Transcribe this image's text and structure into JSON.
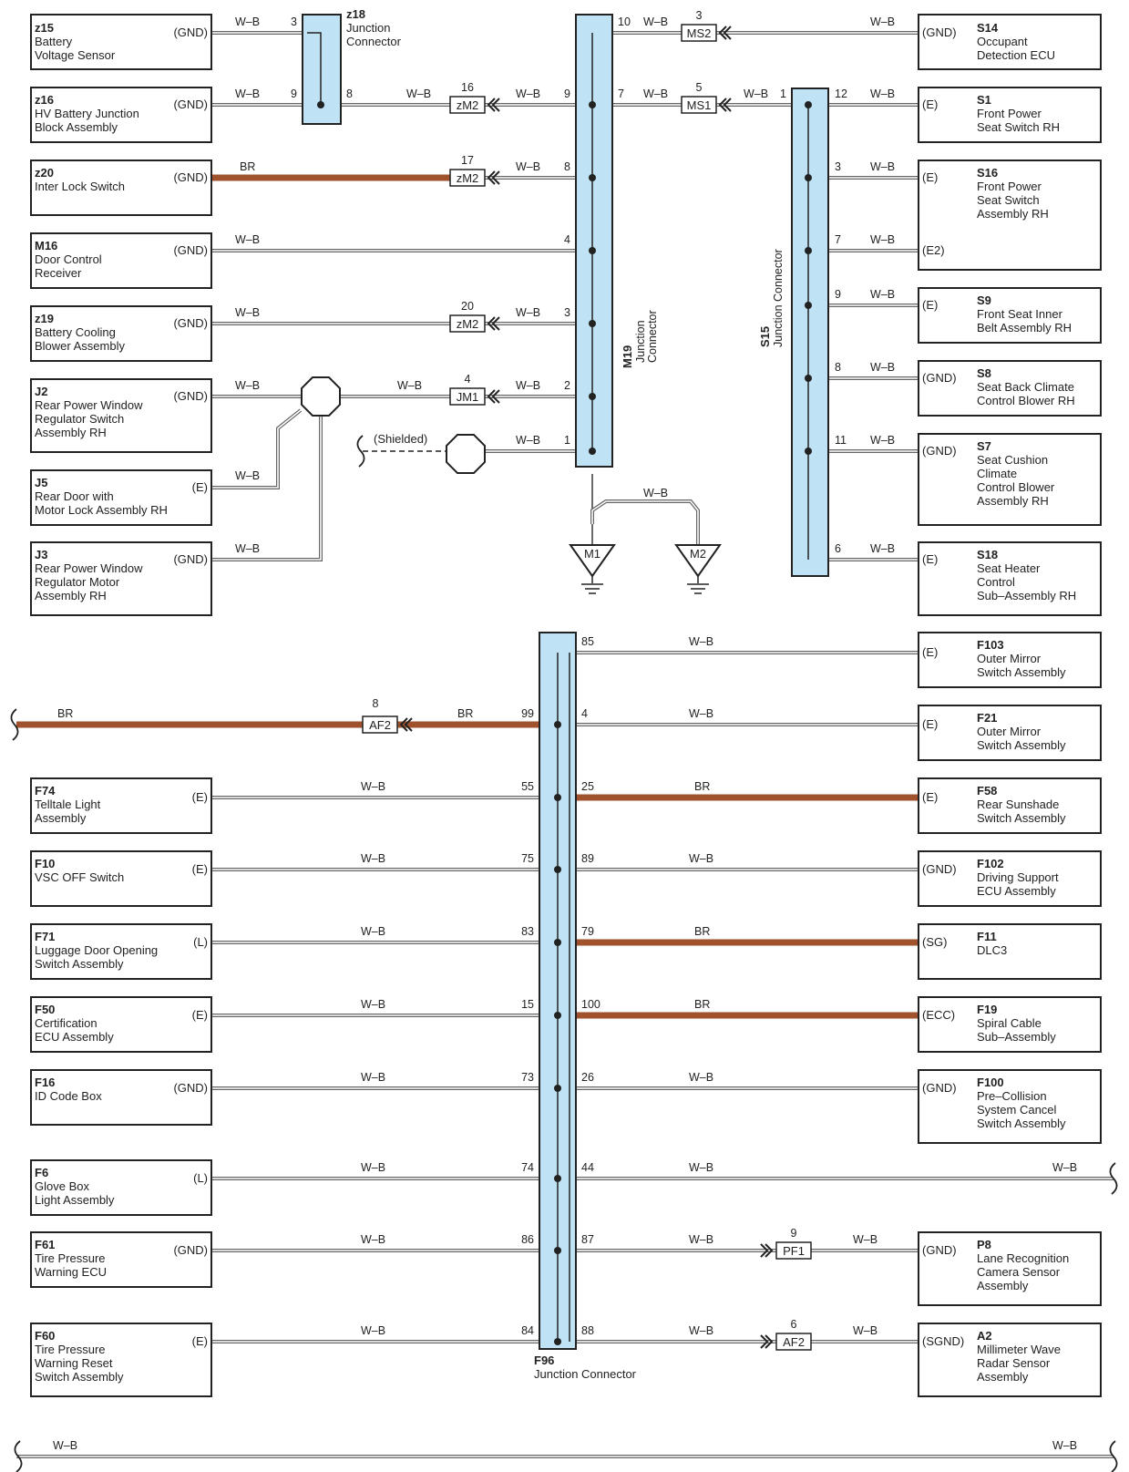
{
  "components": [
    {
      "id": "z15",
      "lines": [
        "Battery",
        "Voltage Sensor"
      ],
      "term": "(GND)"
    },
    {
      "id": "z16",
      "lines": [
        "HV Battery Junction",
        "Block Assembly"
      ],
      "term": "(GND)"
    },
    {
      "id": "z20",
      "lines": [
        "Inter Lock Switch"
      ],
      "term": "(GND)"
    },
    {
      "id": "M16",
      "lines": [
        "Door Control",
        "Receiver"
      ],
      "term": "(GND)"
    },
    {
      "id": "z19",
      "lines": [
        "Battery Cooling",
        "Blower Assembly"
      ],
      "term": "(GND)"
    },
    {
      "id": "J2",
      "lines": [
        "Rear Power Window",
        "Regulator Switch",
        "Assembly RH"
      ],
      "term": "(GND)"
    },
    {
      "id": "J5",
      "lines": [
        "Rear Door with",
        "Motor Lock Assembly RH"
      ],
      "term": "(E)"
    },
    {
      "id": "J3",
      "lines": [
        "Rear Power Window",
        "Regulator Motor",
        "Assembly RH"
      ],
      "term": "(GND)"
    },
    {
      "id": "S14",
      "lines": [
        "Occupant",
        "Detection ECU"
      ],
      "term": "(GND)"
    },
    {
      "id": "S1",
      "lines": [
        "Front Power",
        "Seat Switch RH"
      ],
      "term": "(E)"
    },
    {
      "id": "S16",
      "lines": [
        "Front Power",
        "Seat Switch",
        "Assembly RH"
      ],
      "term": "(E)",
      "term2": "(E2)"
    },
    {
      "id": "S9",
      "lines": [
        "Front Seat Inner",
        "Belt Assembly RH"
      ],
      "term": "(E)"
    },
    {
      "id": "S8",
      "lines": [
        "Seat Back Climate",
        "Control Blower RH"
      ],
      "term": "(GND)"
    },
    {
      "id": "S7",
      "lines": [
        "Seat Cushion",
        "Climate",
        "Control Blower",
        "Assembly RH"
      ],
      "term": "(GND)"
    },
    {
      "id": "S18",
      "lines": [
        "Seat Heater",
        "Control",
        "Sub–Assembly RH"
      ],
      "term": "(E)"
    },
    {
      "id": "F103",
      "lines": [
        "Outer Mirror",
        "Switch Assembly"
      ],
      "term": "(E)"
    },
    {
      "id": "F21",
      "lines": [
        "Outer Mirror",
        "Switch Assembly"
      ],
      "term": "(E)"
    },
    {
      "id": "F74",
      "lines": [
        "Telltale Light",
        "Assembly"
      ],
      "term": "(E)"
    },
    {
      "id": "F58",
      "lines": [
        "Rear Sunshade",
        "Switch Assembly"
      ],
      "term": "(E)"
    },
    {
      "id": "F10",
      "lines": [
        "VSC OFF Switch"
      ],
      "term": "(E)"
    },
    {
      "id": "F102",
      "lines": [
        "Driving Support",
        "ECU Assembly"
      ],
      "term": "(GND)"
    },
    {
      "id": "F71",
      "lines": [
        "Luggage Door Opening",
        "Switch Assembly"
      ],
      "term": "(L)"
    },
    {
      "id": "F11",
      "lines": [
        "DLC3"
      ],
      "term": "(SG)"
    },
    {
      "id": "F50",
      "lines": [
        "Certification",
        "ECU Assembly"
      ],
      "term": "(E)"
    },
    {
      "id": "F19",
      "lines": [
        "Spiral Cable",
        "Sub–Assembly"
      ],
      "term": "(ECC)"
    },
    {
      "id": "F16",
      "lines": [
        "ID Code Box"
      ],
      "term": "(GND)"
    },
    {
      "id": "F100",
      "lines": [
        "Pre–Collision",
        "System Cancel",
        "Switch Assembly"
      ],
      "term": "(GND)"
    },
    {
      "id": "F6",
      "lines": [
        "Glove Box",
        "Light Assembly"
      ],
      "term": "(L)"
    },
    {
      "id": "F61",
      "lines": [
        "Tire Pressure",
        "Warning ECU"
      ],
      "term": "(GND)"
    },
    {
      "id": "P8",
      "lines": [
        "Lane Recognition",
        "Camera Sensor",
        "Assembly"
      ],
      "term": "(GND)"
    },
    {
      "id": "F60",
      "lines": [
        "Tire Pressure",
        "Warning Reset",
        "Switch Assembly"
      ],
      "term": "(E)"
    },
    {
      "id": "A2",
      "lines": [
        "Millimeter Wave",
        "Radar Sensor",
        "Assembly"
      ],
      "term": "(SGND)"
    }
  ],
  "junctions": [
    {
      "id": "z18",
      "name": "Junction Connector",
      "lines": [
        "Junction",
        "Connector"
      ]
    },
    {
      "id": "M19",
      "name": "Junction Connector",
      "lines": [
        "Junction",
        "Connector"
      ]
    },
    {
      "id": "S15",
      "name": "Junction Connector"
    },
    {
      "id": "F96",
      "name": "Junction Connector"
    }
  ],
  "connectors": [
    {
      "name": "MS2",
      "pin": "3"
    },
    {
      "name": "MS1",
      "pin": "5"
    },
    {
      "name": "zM2",
      "pin": "16"
    },
    {
      "name": "zM2",
      "pin": "17"
    },
    {
      "name": "zM2",
      "pin": "20"
    },
    {
      "name": "JM1",
      "pin": "4"
    },
    {
      "name": "AF2",
      "pin": "8"
    },
    {
      "name": "PF1",
      "pin": "9"
    },
    {
      "name": "AF2",
      "pin": "6"
    }
  ],
  "grounds": [
    "M1",
    "M2"
  ],
  "wire_colors": {
    "WB": "W–B",
    "BR": "BR"
  },
  "shielded_label": "(Shielded)",
  "pins": {
    "z18_left_top": "3",
    "z18_left": "9",
    "z18_right": "8",
    "M19_10": "10",
    "M19_7": "7",
    "M19_9": "9",
    "M19_8": "8",
    "M19_4": "4",
    "M19_3": "3",
    "M19_2": "2",
    "M19_1": "1",
    "S15_1": "1",
    "S15_12": "12",
    "S15_3": "3",
    "S15_7": "7",
    "S15_9": "9",
    "S15_8": "8",
    "S15_11": "11",
    "S15_6": "6",
    "F96_85": "85",
    "F96_99": "99",
    "F96_4": "4",
    "F96_55": "55",
    "F96_25": "25",
    "F96_75": "75",
    "F96_89": "89",
    "F96_83": "83",
    "F96_79": "79",
    "F96_15": "15",
    "F96_100": "100",
    "F96_73": "73",
    "F96_26": "26",
    "F96_74": "74",
    "F96_44": "44",
    "F96_86": "86",
    "F96_87": "87",
    "F96_84": "84",
    "F96_88": "88"
  },
  "colors": {
    "wire_wb": "#9a9a9a",
    "wire_br": "#a0522d",
    "junction_fill": "#bfe3f5",
    "stroke": "#222222"
  }
}
